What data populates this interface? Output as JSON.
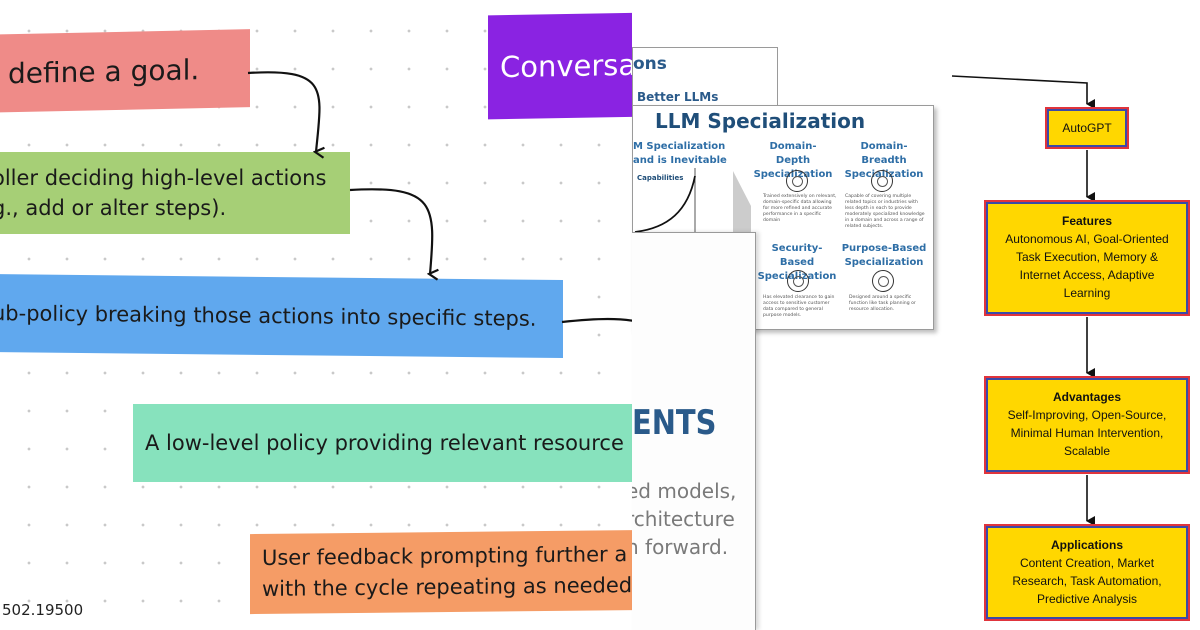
{
  "whiteboard": {
    "notes": {
      "goal": "define a goal.",
      "controller_line1": "oller deciding high-level actions",
      "controller_line2": "g., add or alter steps).",
      "subpolicy": "ub-policy breaking those actions into specific steps.",
      "lowlevel": "A low-level policy providing relevant resource",
      "feedback_line1": "User feedback prompting further a",
      "feedback_line2": "with the cycle repeating as needed",
      "conversa": "Conversa"
    },
    "reference": "502.19500",
    "colors": {
      "goal": "#ef8b88",
      "controller": "#a6cf76",
      "subpolicy": "#60a8ee",
      "lowlevel": "#87e2bd",
      "feedback": "#f59c66",
      "conversa": "#8a23e2"
    }
  },
  "slides": {
    "back_slide": {
      "title_fragment": "ons",
      "subtitle_fragment": "Better LLMs"
    },
    "specialization_slide": {
      "title": "LLM Specialization",
      "left_heading_line1": "M Specialization",
      "left_heading_line2": "and is Inevitable",
      "capabilities_label": "Capabilities",
      "cards": [
        {
          "heading_line1": "Domain-Depth",
          "heading_line2": "Specialization",
          "desc": "Trained extensively on relevant, domain-specific data allowing for more refined and accurate performance in a specific domain"
        },
        {
          "heading_line1": "Domain-Breadth",
          "heading_line2": "Specialization",
          "desc": "Capable of covering multiple related topics or industries with less depth in each to provide moderately specialized knowledge in a domain and across a range of related subjects."
        },
        {
          "heading_line1": "Security-Based",
          "heading_line2": "Specialization",
          "desc": "Has elevated clearance to gain access to sensitive customer data compared to general purpose models."
        },
        {
          "heading_line1": "Purpose-Based",
          "heading_line2": "Specialization",
          "desc": "Designed around a specific function like task planning or resource allocation."
        }
      ]
    },
    "front_slide": {
      "heading_fragment": "ENTS",
      "line1": "ed models,",
      "line2": "rchitecture",
      "line3": "n forward."
    }
  },
  "flowchart": {
    "root": "AutoGPT",
    "nodes": [
      {
        "heading": "Features",
        "body": [
          "Autonomous AI, Goal-Oriented",
          "Task Execution, Memory &",
          "Internet Access, Adaptive",
          "Learning"
        ]
      },
      {
        "heading": "Advantages",
        "body": [
          "Self-Improving, Open-Source,",
          "Minimal Human Intervention,",
          "Scalable"
        ]
      },
      {
        "heading": "Applications",
        "body": [
          "Content Creation, Market",
          "Research, Task Automation,",
          "Predictive Analysis"
        ]
      }
    ],
    "colors": {
      "fill": "#ffd700",
      "border": "#e0343c",
      "inner_border": "#3a4aa8"
    }
  }
}
